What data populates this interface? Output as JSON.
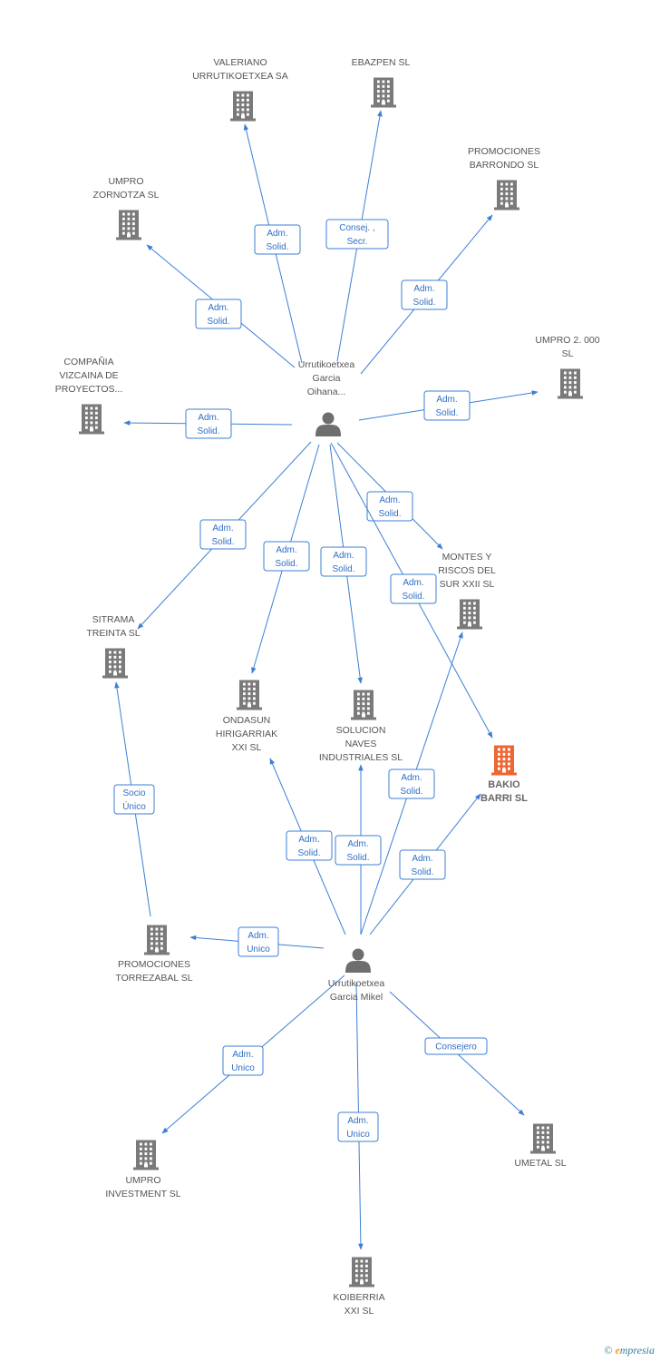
{
  "colors": {
    "edge": "#3c7fd6",
    "building": "#7a7a7a",
    "highlight": "#ee6633",
    "person": "#6e6e6e"
  },
  "nodes": [
    {
      "id": "p1",
      "kind": "person",
      "lines": [
        "Urrutikoetxea",
        "Garcia",
        "Oihana..."
      ]
    },
    {
      "id": "p2",
      "kind": "person",
      "lines": [
        "Urrutikoetxea",
        "Garcia Mikel"
      ]
    },
    {
      "id": "valeriano",
      "kind": "company",
      "lines": [
        "VALERIANO",
        "URRUTIKOETXEA SA"
      ]
    },
    {
      "id": "ebazpen",
      "kind": "company",
      "lines": [
        "EBAZPEN SL"
      ]
    },
    {
      "id": "barrondo",
      "kind": "company",
      "lines": [
        "PROMOCIONES",
        "BARRONDO SL"
      ]
    },
    {
      "id": "zornotza",
      "kind": "company",
      "lines": [
        "UMPRO",
        "ZORNOTZA SL"
      ]
    },
    {
      "id": "umpro2000",
      "kind": "company",
      "lines": [
        "UMPRO 2. 000",
        "SL"
      ]
    },
    {
      "id": "vizcaina",
      "kind": "company",
      "lines": [
        "COMPAÑIA",
        "VIZCAINA DE",
        "PROYECTOS..."
      ]
    },
    {
      "id": "montes",
      "kind": "company",
      "lines": [
        "MONTES Y",
        "RISCOS DEL",
        "SUR XXII SL"
      ]
    },
    {
      "id": "sitrama",
      "kind": "company",
      "lines": [
        "SITRAMA",
        "TREINTA SL"
      ]
    },
    {
      "id": "ondasun",
      "kind": "company",
      "lines": [
        "ONDASUN",
        "HIRIGARRIAK",
        "XXI SL"
      ]
    },
    {
      "id": "solucion",
      "kind": "company",
      "lines": [
        "SOLUCION",
        "NAVES",
        "INDUSTRIALES SL"
      ]
    },
    {
      "id": "bakio",
      "kind": "company",
      "highlight": true,
      "lines": [
        "BAKIO",
        "BARRI SL"
      ]
    },
    {
      "id": "torrezabal",
      "kind": "company",
      "lines": [
        "PROMOCIONES",
        "TORREZABAL SL"
      ]
    },
    {
      "id": "investment",
      "kind": "company",
      "lines": [
        "UMPRO",
        "INVESTMENT SL"
      ]
    },
    {
      "id": "umetal",
      "kind": "company",
      "lines": [
        "UMETAL  SL"
      ]
    },
    {
      "id": "koiberria",
      "kind": "company",
      "lines": [
        "KOIBERRIA",
        "XXI SL"
      ]
    }
  ],
  "edges": [
    {
      "from": "p1",
      "to": "valeriano",
      "label": [
        "Adm.",
        "Solid."
      ]
    },
    {
      "from": "p1",
      "to": "ebazpen",
      "label": [
        "Consej. ,",
        "Secr."
      ]
    },
    {
      "from": "p1",
      "to": "barrondo",
      "label": [
        "Adm.",
        "Solid."
      ]
    },
    {
      "from": "p1",
      "to": "zornotza",
      "label": [
        "Adm.",
        "Solid."
      ]
    },
    {
      "from": "p1",
      "to": "umpro2000",
      "label": [
        "Adm.",
        "Solid."
      ]
    },
    {
      "from": "p1",
      "to": "vizcaina",
      "label": [
        "Adm.",
        "Solid."
      ]
    },
    {
      "from": "p1",
      "to": "sitrama",
      "label": [
        "Adm.",
        "Solid."
      ]
    },
    {
      "from": "p1",
      "to": "ondasun",
      "label": [
        "Adm.",
        "Solid."
      ]
    },
    {
      "from": "p1",
      "to": "solucion",
      "label": [
        "Adm.",
        "Solid."
      ]
    },
    {
      "from": "p1",
      "to": "montes",
      "label": [
        "Adm.",
        "Solid."
      ]
    },
    {
      "from": "p1",
      "to": "bakio",
      "label": [
        "Adm.",
        "Solid."
      ]
    },
    {
      "from": "torrezabal",
      "to": "sitrama",
      "label": [
        "Socio",
        "Único"
      ]
    },
    {
      "from": "p2",
      "to": "torrezabal",
      "label": [
        "Adm.",
        "Unico"
      ]
    },
    {
      "from": "p2",
      "to": "ondasun",
      "label": [
        "Adm.",
        "Solid."
      ]
    },
    {
      "from": "p2",
      "to": "solucion",
      "label": [
        "Adm.",
        "Solid."
      ]
    },
    {
      "from": "p2",
      "to": "montes",
      "label": [
        "Adm.",
        "Solid."
      ]
    },
    {
      "from": "p2",
      "to": "bakio",
      "label": [
        "Adm.",
        "Solid."
      ]
    },
    {
      "from": "p2",
      "to": "investment",
      "label": [
        "Adm.",
        "Unico"
      ]
    },
    {
      "from": "p2",
      "to": "koiberria",
      "label": [
        "Adm.",
        "Unico"
      ]
    },
    {
      "from": "p2",
      "to": "umetal",
      "label": [
        "Consejero"
      ]
    }
  ],
  "footer": {
    "copyright": "©",
    "brand_initial": "e",
    "brand_rest": "mpresia"
  }
}
